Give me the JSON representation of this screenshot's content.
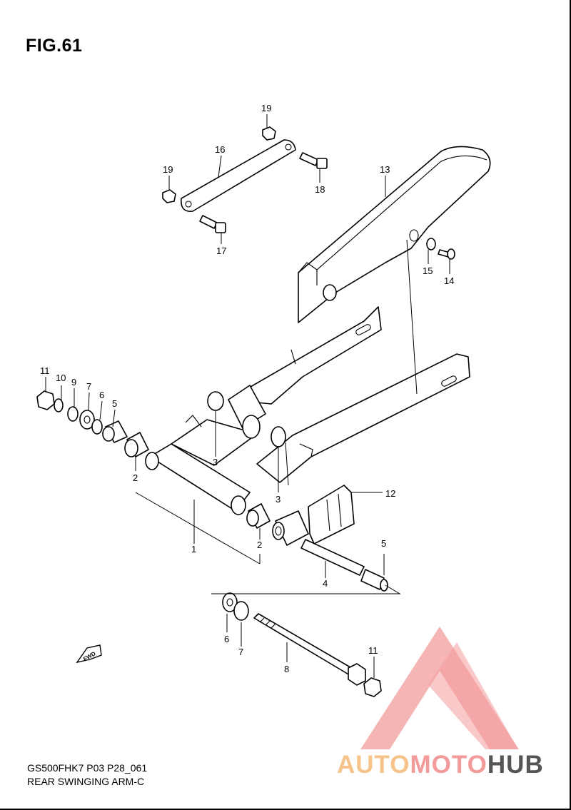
{
  "figure": {
    "title": "FIG.61",
    "code": "GS500FHK7 P03 P28_061",
    "caption": "REAR SWINGING ARM-C"
  },
  "callouts": [
    {
      "id": "c19a",
      "label": "19"
    },
    {
      "id": "c16",
      "label": "16"
    },
    {
      "id": "c19b",
      "label": "19"
    },
    {
      "id": "c18",
      "label": "18"
    },
    {
      "id": "c17",
      "label": "17"
    },
    {
      "id": "c13",
      "label": "13"
    },
    {
      "id": "c15",
      "label": "15"
    },
    {
      "id": "c14",
      "label": "14"
    },
    {
      "id": "c11a",
      "label": "11"
    },
    {
      "id": "c10",
      "label": "10"
    },
    {
      "id": "c9",
      "label": "9"
    },
    {
      "id": "c7a",
      "label": "7"
    },
    {
      "id": "c6a",
      "label": "6"
    },
    {
      "id": "c5a",
      "label": "5"
    },
    {
      "id": "c3a",
      "label": "3"
    },
    {
      "id": "c2a",
      "label": "2"
    },
    {
      "id": "c3b",
      "label": "3"
    },
    {
      "id": "c12",
      "label": "12"
    },
    {
      "id": "c1",
      "label": "1"
    },
    {
      "id": "c2b",
      "label": "2"
    },
    {
      "id": "c5b",
      "label": "5"
    },
    {
      "id": "c4",
      "label": "4"
    },
    {
      "id": "c6b",
      "label": "6"
    },
    {
      "id": "c7b",
      "label": "7"
    },
    {
      "id": "c8",
      "label": "8"
    },
    {
      "id": "c11b",
      "label": "11"
    }
  ],
  "fwd_label": "FWD",
  "watermark": {
    "part1": "AUTO",
    "part2": "MOTO",
    "part3": "HUB",
    "colors": {
      "auto": "#f6c48a",
      "moto": "#f39a9a",
      "hub": "#555555",
      "logo": "#f28b8b"
    }
  }
}
